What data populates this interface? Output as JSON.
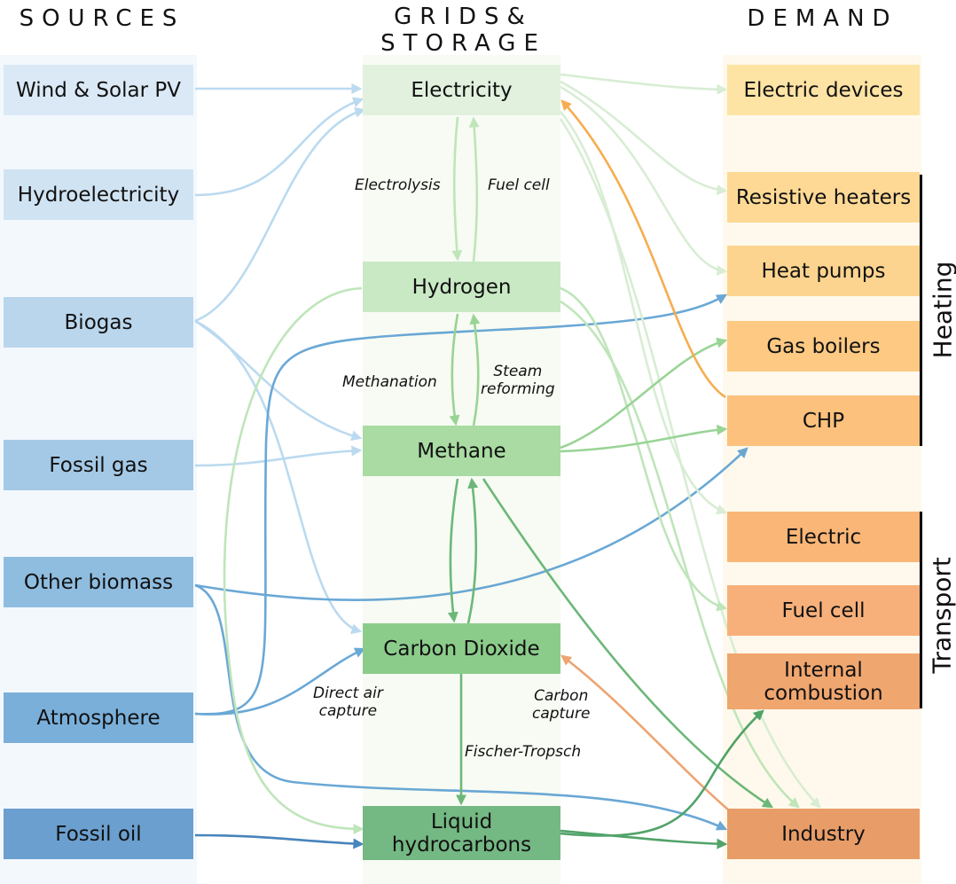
{
  "columns": {
    "sources": "SOURCES",
    "grids": "GRIDS&\nSTORAGE",
    "demand": "DEMAND"
  },
  "sources": [
    {
      "label": "Wind & Solar PV",
      "color": "#dbe9f6"
    },
    {
      "label": "Hydroelectricity",
      "color": "#d0e3f3"
    },
    {
      "label": "Biogas",
      "color": "#bad6ec"
    },
    {
      "label": "Fossil gas",
      "color": "#a4c9e6"
    },
    {
      "label": "Other biomass",
      "color": "#8fbde0"
    },
    {
      "label": "Atmosphere",
      "color": "#7aafda"
    },
    {
      "label": "Fossil oil",
      "color": "#6b9fcf"
    }
  ],
  "grids": [
    {
      "label": "Electricity",
      "color": "#e1f1de"
    },
    {
      "label": "Hydrogen",
      "color": "#c9e8c4"
    },
    {
      "label": "Methane",
      "color": "#a9dba3"
    },
    {
      "label": "Carbon Dioxide",
      "color": "#8ccc8b"
    },
    {
      "label": "Liquid\nhydrocarbons",
      "color": "#74b883"
    }
  ],
  "demand": [
    {
      "label": "Electric devices",
      "color": "#fde3a4"
    },
    {
      "label": "Resistive heaters",
      "color": "#fdd995"
    },
    {
      "label": "Heat pumps",
      "color": "#fdd48f"
    },
    {
      "label": "Gas boilers",
      "color": "#fdc983"
    },
    {
      "label": "CHP",
      "color": "#fcc17c"
    },
    {
      "label": "Electric",
      "color": "#f9b677"
    },
    {
      "label": "Fuel cell",
      "color": "#f7b07a"
    },
    {
      "label": "Internal\ncombustion",
      "color": "#f0a66f"
    },
    {
      "label": "Industry",
      "color": "#e89c68"
    }
  ],
  "processes": {
    "electrolysis": "Electrolysis",
    "fuel_cell": "Fuel cell",
    "methanation": "Methanation",
    "steam_reforming": "Steam\nreforming",
    "direct_air_capture": "Direct air\ncapture",
    "carbon_capture": "Carbon\ncapture",
    "fischer_tropsch": "Fischer-Tropsch"
  },
  "groups": {
    "heating": "Heating",
    "transport": "Transport"
  },
  "colors": {
    "sources_bg": "#f3f8fd",
    "grids_bg": "#f7fbf3",
    "demand_bg": "#fef9ec",
    "flow_electricity": "#d4ecd0",
    "flow_hydrogen": "#b9e3b3",
    "flow_methane": "#8fd08a",
    "flow_carbon": "#5db06b",
    "flow_liquid": "#3f9a5a",
    "flow_light_blue": "#b4d6ee",
    "flow_blue": "#5a9fd1",
    "flow_dark_blue": "#3577b5",
    "flow_orange": "#f5a53d",
    "flow_carbon_capture": "#ec9b63"
  }
}
